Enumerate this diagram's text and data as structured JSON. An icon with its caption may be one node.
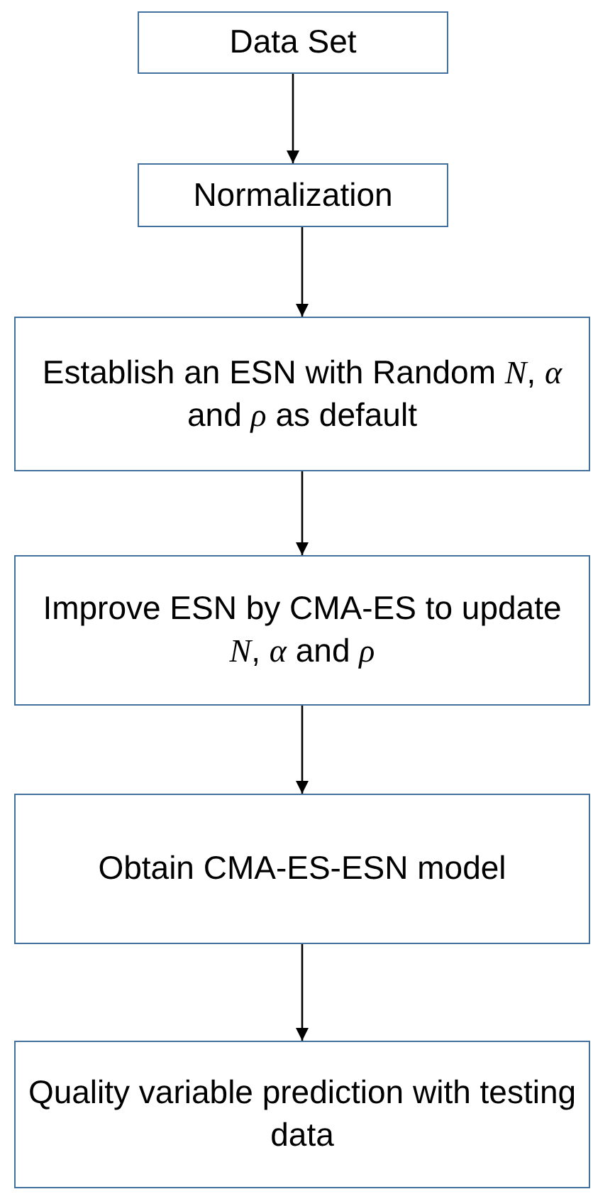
{
  "diagram": {
    "nodes": [
      {
        "text": [
          "Data Set"
        ]
      },
      {
        "text": [
          "Normalization"
        ]
      },
      {
        "text": [
          "Establish an ESN with Random *N*, *α* and *ρ* as default"
        ]
      },
      {
        "text": [
          "Improve ESN by CMA-ES to update *N*, *α* and *ρ*"
        ]
      },
      {
        "text": [
          "Obtain CMA-ES-ESN model"
        ]
      },
      {
        "text": [
          "Quality variable prediction with testing data"
        ]
      }
    ],
    "edges": [
      {
        "from": 0,
        "to": 1,
        "arrow": "to"
      },
      {
        "from": 1,
        "to": 2,
        "arrow": "to"
      },
      {
        "from": 2,
        "to": 3,
        "arrow": "to"
      },
      {
        "from": 3,
        "to": 4,
        "arrow": "to"
      },
      {
        "from": 4,
        "to": 5,
        "arrow": "to"
      }
    ]
  }
}
